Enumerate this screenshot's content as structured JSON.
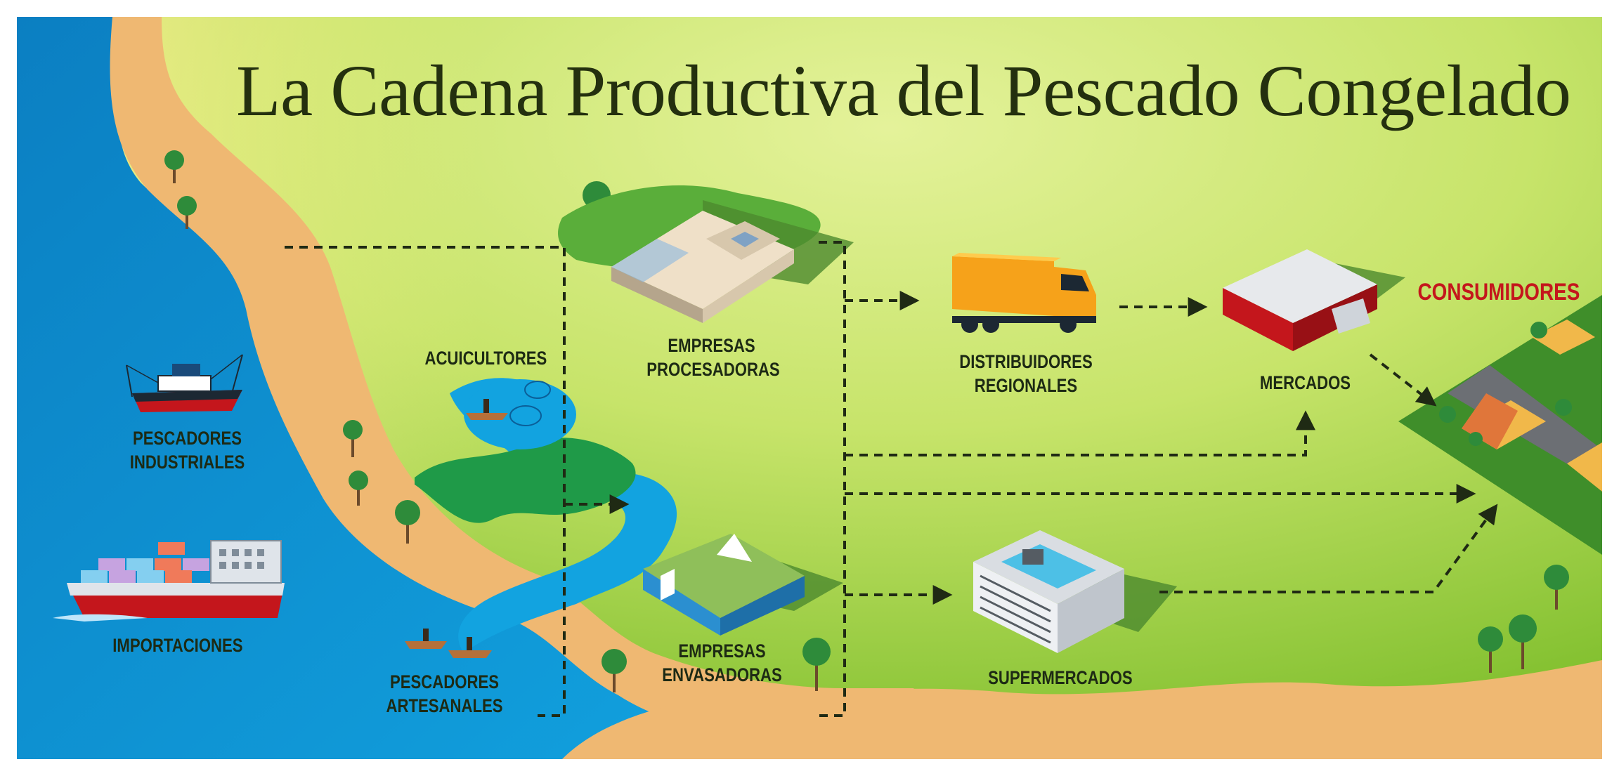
{
  "title": "La Cadena Productiva del Pescado Congelado",
  "nodes": {
    "pescadores_industriales": [
      "PESCADORES",
      "INDUSTRIALES"
    ],
    "importaciones": [
      "IMPORTACIONES"
    ],
    "acuicultores": [
      "ACUICULTORES"
    ],
    "pescadores_artesanales": [
      "PESCADORES",
      "ARTESANALES"
    ],
    "empresas_procesadoras": [
      "EMPRESAS",
      "PROCESADORAS"
    ],
    "empresas_envasadoras": [
      "EMPRESAS",
      "ENVASADORAS"
    ],
    "distribuidores_regionales": [
      "DISTRIBUIDORES",
      "REGIONALES"
    ],
    "mercados": [
      "MERCADOS"
    ],
    "supermercados": [
      "SUPERMERCADOS"
    ],
    "consumidores": [
      "CONSUMIDORES"
    ]
  },
  "colors": {
    "sea": "#0e8fd0",
    "sand": "#efb872",
    "land_light": "#f6ec8a",
    "land_green": "#8ccc3c",
    "consumer_red": "#c4161c",
    "flow_line": "#1f2a14"
  },
  "icons": [
    "fishing-boat-icon",
    "cargo-ship-icon",
    "rowboat-icon",
    "tree-icon",
    "factory-building-icon",
    "packaging-building-icon",
    "delivery-truck-icon",
    "market-building-icon",
    "supermarket-building-icon",
    "neighborhood-icon"
  ]
}
